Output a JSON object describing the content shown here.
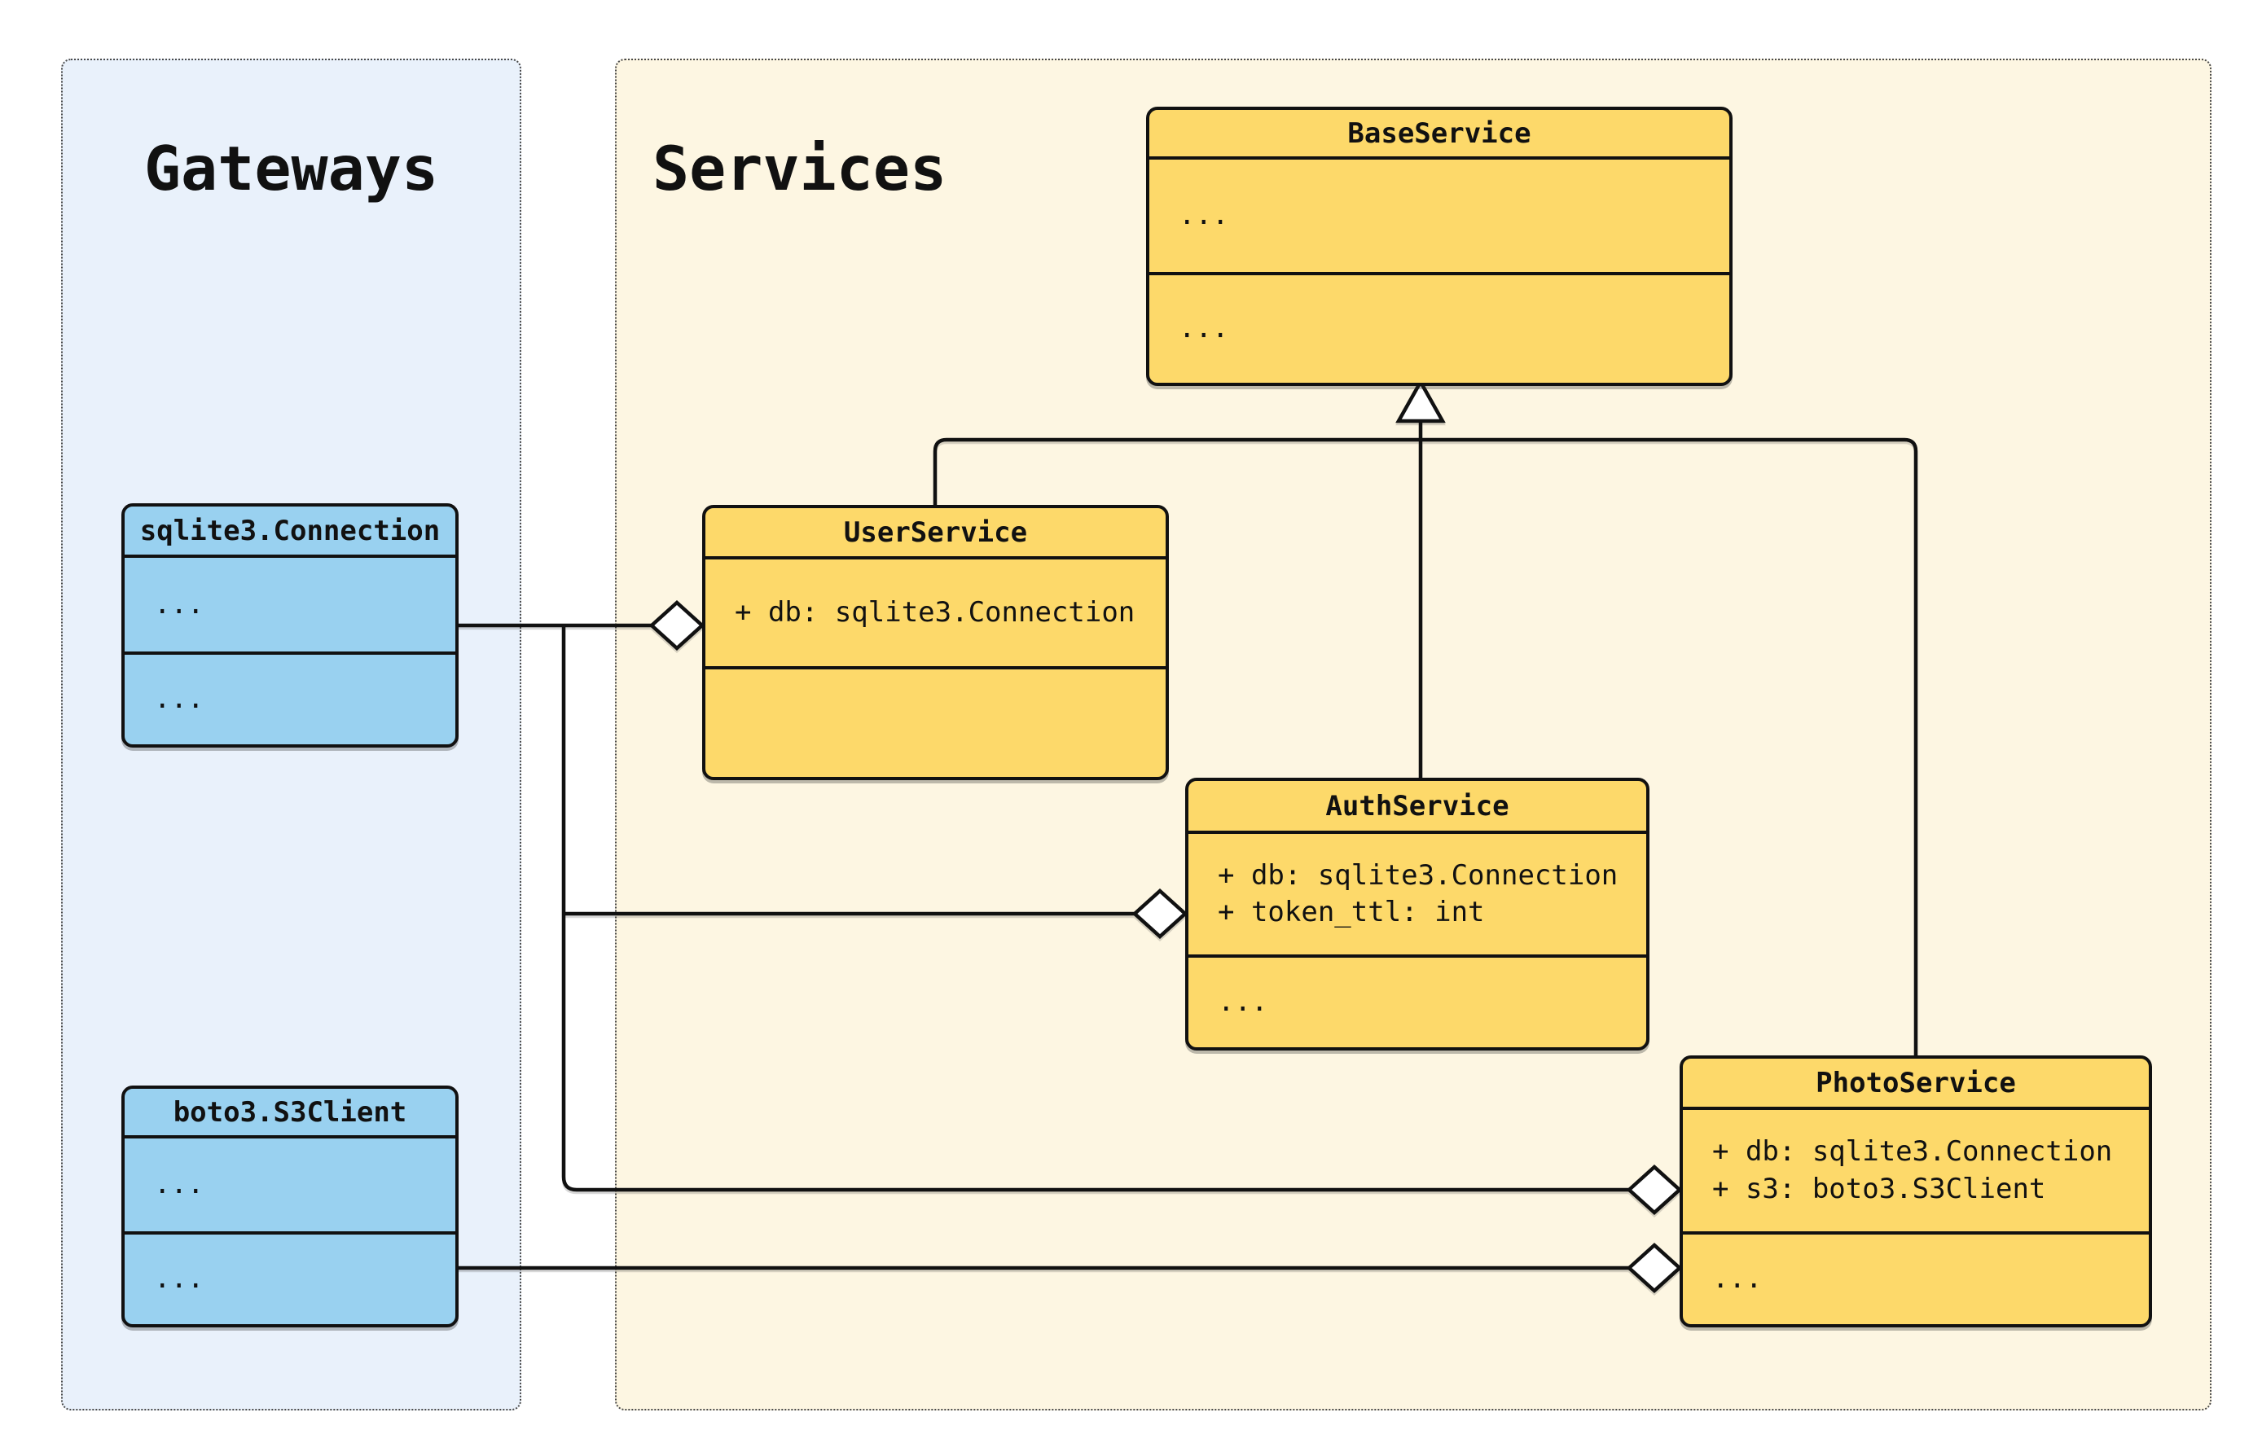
{
  "panels": {
    "gateways": {
      "title": "Gateways"
    },
    "services": {
      "title": "Services"
    }
  },
  "classes": {
    "sqlite3_connection": {
      "name": "sqlite3.Connection",
      "panel": "Gateways",
      "attributes": [
        "..."
      ],
      "methods": [
        "..."
      ]
    },
    "boto3_s3client": {
      "name": "boto3.S3Client",
      "panel": "Gateways",
      "attributes": [
        "..."
      ],
      "methods": [
        "..."
      ]
    },
    "base_service": {
      "name": "BaseService",
      "panel": "Services",
      "attributes": [
        "..."
      ],
      "methods": [
        "..."
      ]
    },
    "user_service": {
      "name": "UserService",
      "panel": "Services",
      "attributes": [
        "+ db: sqlite3.Connection"
      ],
      "methods": []
    },
    "auth_service": {
      "name": "AuthService",
      "panel": "Services",
      "attributes": [
        "+ db: sqlite3.Connection",
        "+ token_ttl: int"
      ],
      "methods": [
        "..."
      ]
    },
    "photo_service": {
      "name": "PhotoService",
      "panel": "Services",
      "attributes": [
        "+ db: sqlite3.Connection",
        "+ s3: boto3.S3Client"
      ],
      "methods": [
        "..."
      ]
    }
  },
  "relationships": [
    {
      "type": "inheritance",
      "child": "UserService",
      "parent": "BaseService",
      "marker": "hollow-triangle"
    },
    {
      "type": "inheritance",
      "child": "AuthService",
      "parent": "BaseService",
      "marker": "hollow-triangle"
    },
    {
      "type": "inheritance",
      "child": "PhotoService",
      "parent": "BaseService",
      "marker": "hollow-triangle"
    },
    {
      "type": "aggregation",
      "part": "sqlite3.Connection",
      "whole": "UserService",
      "marker": "hollow-diamond"
    },
    {
      "type": "aggregation",
      "part": "sqlite3.Connection",
      "whole": "AuthService",
      "marker": "hollow-diamond"
    },
    {
      "type": "aggregation",
      "part": "sqlite3.Connection",
      "whole": "PhotoService",
      "marker": "hollow-diamond"
    },
    {
      "type": "aggregation",
      "part": "boto3.S3Client",
      "whole": "PhotoService",
      "marker": "hollow-diamond"
    }
  ],
  "colors": {
    "canvas_bg": "#ffffff",
    "gateways_bg": "#e9f1fb",
    "services_bg": "#fdf6e2",
    "gateway_class_fill": "#99d1f0",
    "service_class_fill": "#fdd96a",
    "stroke": "#111111",
    "panel_border": "#4a4a4a",
    "marker_fill": "#ffffff"
  }
}
